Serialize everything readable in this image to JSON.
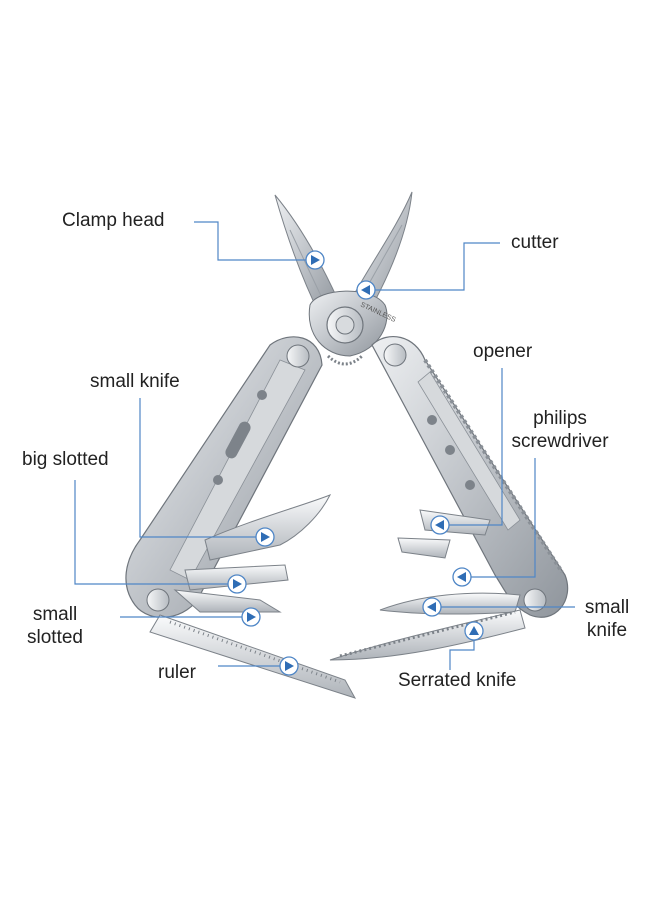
{
  "figure": {
    "title": "",
    "callouts": [
      {
        "id": "clamp-head",
        "label": "Clamp head"
      },
      {
        "id": "cutter",
        "label": "cutter"
      },
      {
        "id": "opener",
        "label": "opener"
      },
      {
        "id": "small-knife-left",
        "label": "small knife"
      },
      {
        "id": "philips-screwdriver",
        "label_line1": "philips",
        "label_line2": "screwdriver"
      },
      {
        "id": "big-slotted",
        "label": "big slotted"
      },
      {
        "id": "small-slotted",
        "label_line1": "small",
        "label_line2": "slotted"
      },
      {
        "id": "small-knife-right",
        "label_line1": "small",
        "label_line2": "knife"
      },
      {
        "id": "ruler",
        "label": "ruler"
      },
      {
        "id": "serrated-knife",
        "label": "Serrated knife"
      }
    ],
    "handle_stamp": "STAINLESS",
    "colors": {
      "leader": "#4f86c6",
      "marker": "#2f6db5",
      "steel": "#c9cdd2"
    }
  }
}
